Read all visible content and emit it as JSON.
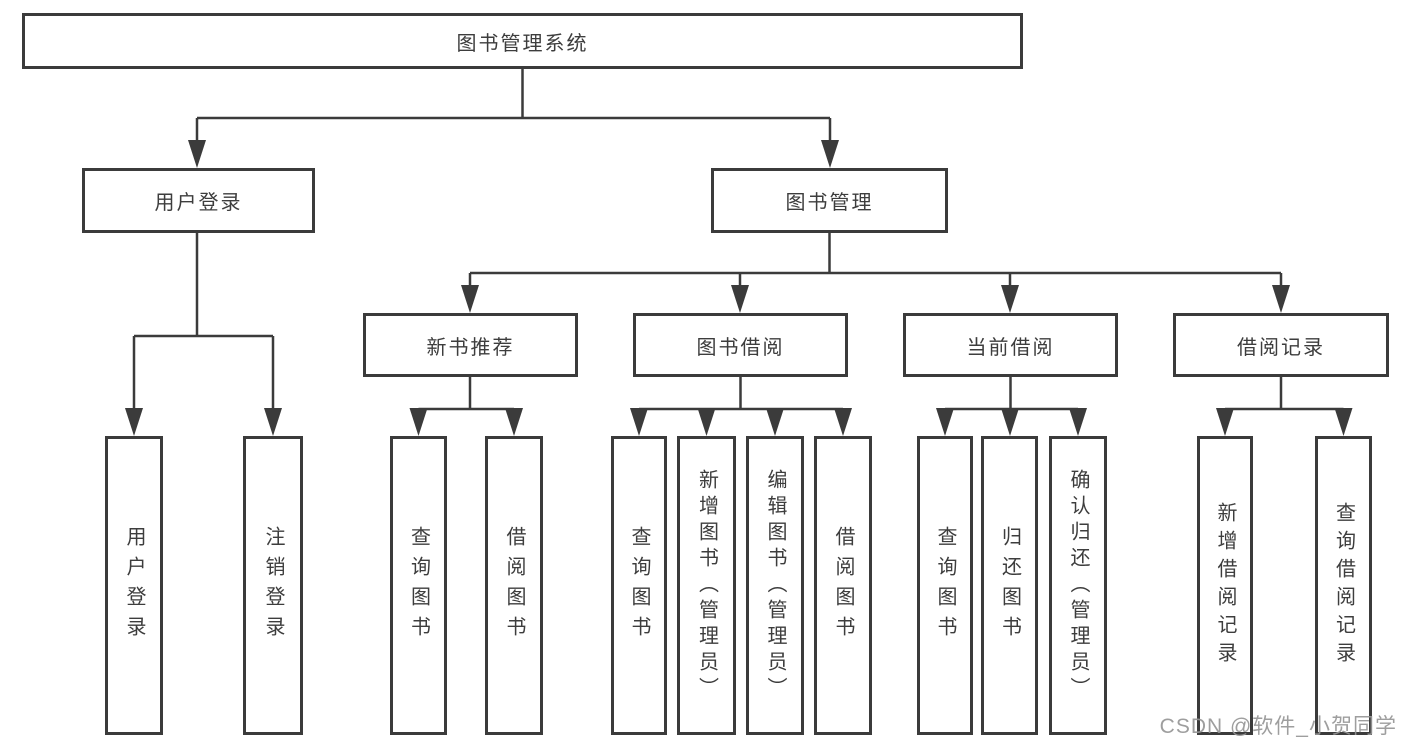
{
  "diagram": {
    "title": "图书管理系统",
    "nodes": {
      "root": "图书管理系统",
      "userLogin": "用户登录",
      "bookManagement": "图书管理",
      "newBookRecommend": "新书推荐",
      "bookBorrow": "图书借阅",
      "currentBorrow": "当前借阅",
      "borrowRecords": "借阅记录",
      "leafUserLogin": "用户登录",
      "leafLogout": "注销登录",
      "leafQueryBookRec": "查询图书",
      "leafBorrowBookRec": "借阅图书",
      "leafQueryBookBorrow": "查询图书",
      "leafAddBookAdmin": "新增图书（管理员）",
      "leafEditBookAdmin": "编辑图书（管理员）",
      "leafBorrowBookBorrow": "借阅图书",
      "leafQueryBookCurrent": "查询图书",
      "leafReturnBook": "归还图书",
      "leafConfirmReturnAdmin": "确认归还（管理员）",
      "leafAddBorrowRecord": "新增借阅记录",
      "leafQueryBorrowRecord": "查询借阅记录"
    },
    "hierarchy": {
      "图书管理系统": {
        "用户登录": [
          "用户登录",
          "注销登录"
        ],
        "图书管理": {
          "新书推荐": [
            "查询图书",
            "借阅图书"
          ],
          "图书借阅": [
            "查询图书",
            "新增图书（管理员）",
            "编辑图书（管理员）",
            "借阅图书"
          ],
          "当前借阅": [
            "查询图书",
            "归还图书",
            "确认归还（管理员）"
          ],
          "借阅记录": [
            "新增借阅记录",
            "查询借阅记录"
          ]
        }
      }
    }
  },
  "watermark": "CSDN @软件_小贺同学",
  "colors": {
    "line": "#3b3b3b",
    "text": "#3d3d3d",
    "watermark": "#969696",
    "background": "#ffffff"
  }
}
